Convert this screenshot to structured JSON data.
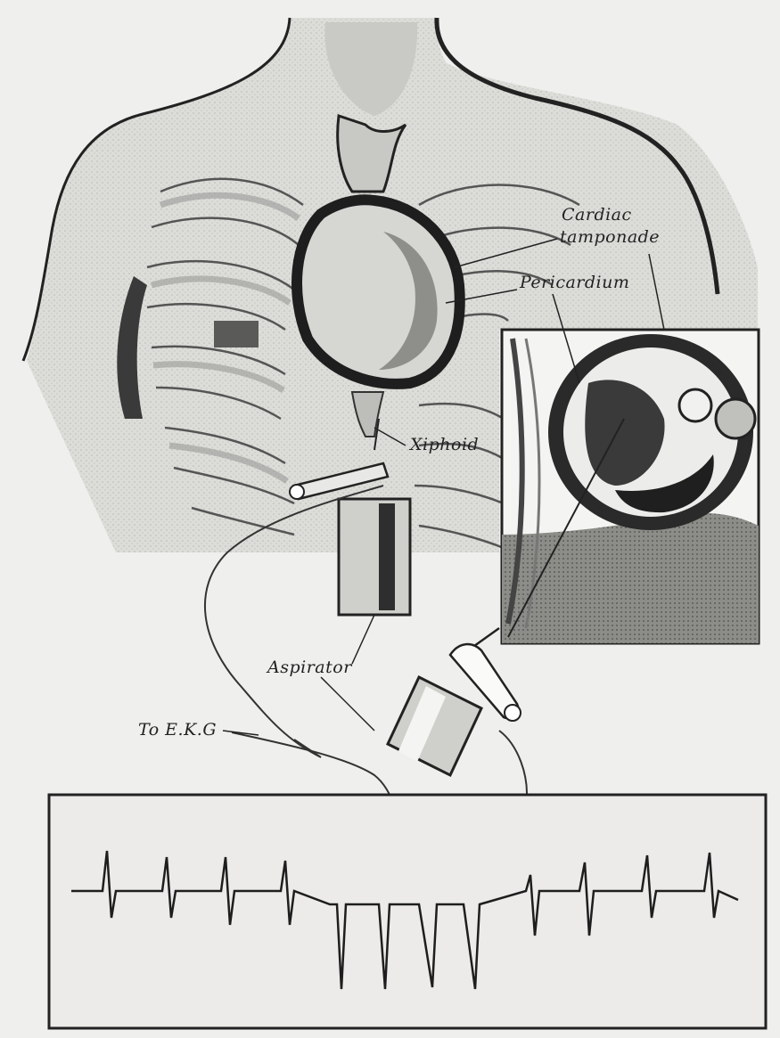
{
  "labels": {
    "cardiac_tamponade_line1": "Cardiac",
    "cardiac_tamponade_line2": "tamponade",
    "pericardium": "Pericardium",
    "xiphoid": "Xiphoid",
    "aspirator": "Aspirator",
    "to_ekg": "To E.K.G"
  },
  "colors": {
    "ink": "#222222",
    "paper": "#efefed",
    "shade": "#9a9a98",
    "dark": "#3a3a3a",
    "light_shade": "#c9c9c6"
  }
}
